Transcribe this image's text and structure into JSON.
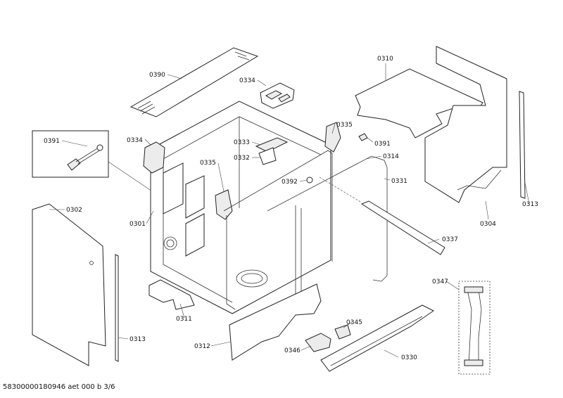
{
  "parts": [
    {
      "id": "p0390",
      "label": "0390"
    },
    {
      "id": "p0334a",
      "label": "0334"
    },
    {
      "id": "p0310",
      "label": "0310"
    },
    {
      "id": "p0391a",
      "label": "0391"
    },
    {
      "id": "p0334b",
      "label": "0334"
    },
    {
      "id": "p0333",
      "label": "0333"
    },
    {
      "id": "p0335a",
      "label": "0335"
    },
    {
      "id": "p0391b",
      "label": "0391"
    },
    {
      "id": "p0332",
      "label": "0332"
    },
    {
      "id": "p0335b",
      "label": "0335"
    },
    {
      "id": "p0314",
      "label": "0314"
    },
    {
      "id": "p0392",
      "label": "0392"
    },
    {
      "id": "p0331",
      "label": "0331"
    },
    {
      "id": "p0302",
      "label": "0302"
    },
    {
      "id": "p0301",
      "label": "0301"
    },
    {
      "id": "p0313a",
      "label": "0313"
    },
    {
      "id": "p0304",
      "label": "0304"
    },
    {
      "id": "p0337",
      "label": "0337"
    },
    {
      "id": "p0347",
      "label": "0347"
    },
    {
      "id": "p0311",
      "label": "0311"
    },
    {
      "id": "p0345",
      "label": "0345"
    },
    {
      "id": "p0313b",
      "label": "0313"
    },
    {
      "id": "p0312",
      "label": "0312"
    },
    {
      "id": "p0346",
      "label": "0346"
    },
    {
      "id": "p0330",
      "label": "0330"
    }
  ],
  "footer": {
    "text": "58300000180946 aet 000 b 3/6"
  }
}
